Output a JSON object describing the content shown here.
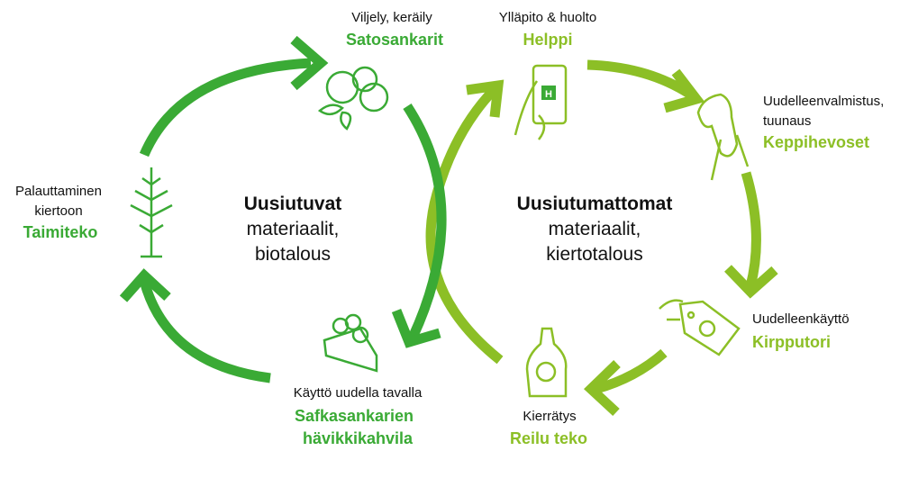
{
  "colors": {
    "renewable": "#3aaa35",
    "nonrenewable": "#8cbf26"
  },
  "center_left": {
    "title": "Uusiutuvat",
    "line1": "materiaalit,",
    "line2": "biotalous"
  },
  "center_right": {
    "title": "Uusiutumattomat",
    "line1": "materiaalit,",
    "line2": "kiertotalous"
  },
  "stages": [
    {
      "label": "Viljely, keräily",
      "name": "Satosankarit",
      "icon": "berries-icon"
    },
    {
      "label": "Ylläpito & huolto",
      "name": "Helppi",
      "icon": "phone-icon"
    },
    {
      "label1": "Uudelleenvalmistus,",
      "label2": "tuunaus",
      "name": "Keppihevoset",
      "icon": "hobby-horse-icon"
    },
    {
      "label": "Uudelleenkäyttö",
      "name": "Kirpputori",
      "icon": "price-tag-icon"
    },
    {
      "label": "Kierrätys",
      "name": "Reilu teko",
      "icon": "recycle-bag-icon"
    },
    {
      "label": "Käyttö uudella tavalla",
      "name1": "Safkasankarien",
      "name2": "hävikkikahvila",
      "icon": "cake-icon"
    },
    {
      "label1": "Palauttaminen",
      "label2": "kiertoon",
      "name": "Taimiteko",
      "icon": "seedling-icon"
    }
  ],
  "helppi_logo": "H"
}
